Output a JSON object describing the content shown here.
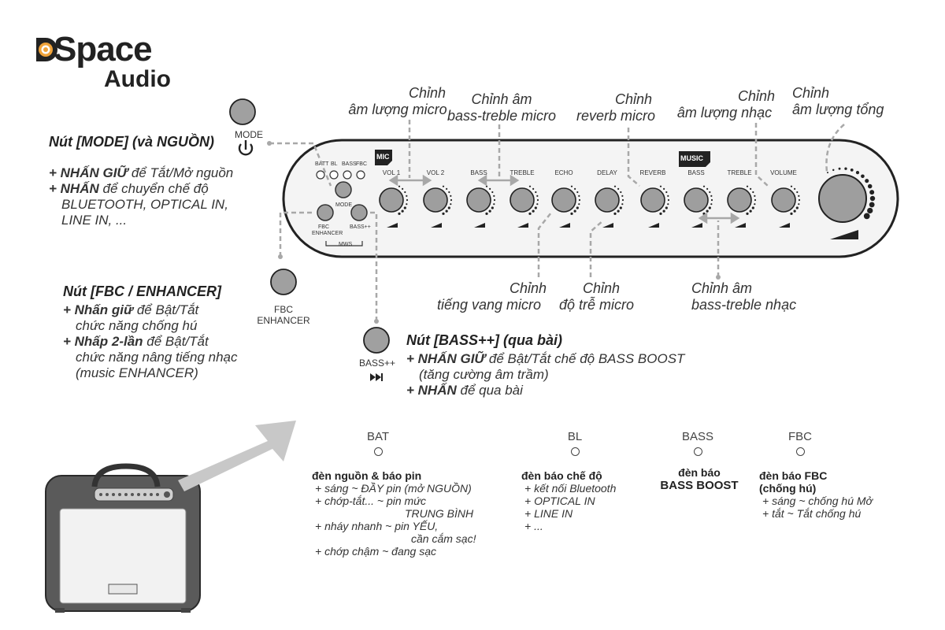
{
  "logo": {
    "name_part1": "Space",
    "name_part2": "Audio",
    "accent_color": "#f0a33a"
  },
  "top_labels": {
    "mic_volume": [
      "Chỉnh",
      "âm lượng micro"
    ],
    "mic_bass_treble": [
      "Chỉnh âm",
      "bass-treble micro"
    ],
    "mic_reverb": [
      "Chỉnh",
      "reverb micro"
    ],
    "music_volume": [
      "Chỉnh",
      "âm lượng nhạc"
    ],
    "master_volume": [
      "Chỉnh",
      "âm lượng tổng"
    ]
  },
  "bottom_labels": {
    "mic_echo": [
      "Chỉnh",
      "tiếng vang micro"
    ],
    "mic_delay": [
      "Chỉnh",
      "độ trễ micro"
    ],
    "music_bass_treble": [
      "Chỉnh âm",
      "bass-treble nhạc"
    ]
  },
  "mode_button": {
    "caption": "MODE",
    "title": "Nút [MODE] (và NGUỒN)",
    "lines": [
      {
        "bold": "+ NHẤN GIỮ",
        "rest": " để Tắt/Mở nguồn"
      },
      {
        "bold": "+ NHẤN",
        "rest": " để chuyển chế độ"
      },
      {
        "bold": "",
        "rest": "BLUETOOTH, OPTICAL IN,"
      },
      {
        "bold": "",
        "rest": "LINE IN, ..."
      }
    ]
  },
  "fbc_button": {
    "caption_1": "FBC",
    "caption_2": "ENHANCER",
    "title": "Nút [FBC / ENHANCER]",
    "lines": [
      {
        "bold": "+ Nhấn giữ",
        "rest": " để Bật/Tắt"
      },
      {
        "bold": "",
        "rest": "chức năng chống hú"
      },
      {
        "bold": "+ Nhấp 2-lần",
        "rest": " để Bật/Tắt"
      },
      {
        "bold": "",
        "rest": "chức năng nâng tiếng nhạc"
      },
      {
        "bold": "",
        "rest": "(music ENHANCER)"
      }
    ]
  },
  "bass_button": {
    "caption": "BASS++",
    "title": "Nút [BASS++] (qua bài)",
    "lines": [
      {
        "bold": "+ NHẤN GIỮ",
        "rest": " để Bật/Tắt chế độ BASS BOOST"
      },
      {
        "bold": "",
        "rest": "(tăng cường âm trầm)"
      },
      {
        "bold": "+ NHẤN",
        "rest": " để qua bài"
      }
    ]
  },
  "panel": {
    "mic_tag": "MIC",
    "music_tag": "MUSIC",
    "knob_labels": [
      "VOL 1",
      "VOL 2",
      "BASS",
      "TREBLE",
      "ECHO",
      "DELAY",
      "REVERB",
      "BASS",
      "TREBLE",
      "VOLUME"
    ],
    "led_labels": [
      "BATT",
      "BL",
      "BASS",
      "FBC"
    ],
    "mode_label": "MODE",
    "fbc_label_1": "FBC",
    "fbc_label_2": "ENHANCER",
    "bass_label": "BASS++",
    "mws_label": "MWS"
  },
  "leds": [
    {
      "name": "BAT",
      "heading": [
        "đèn nguồn & báo pin"
      ],
      "items": [
        "+ sáng ~ ĐẦY pin (mở NGUỒN)",
        "+ chớp-tắt... ~ pin mức",
        "TRUNG BÌNH",
        "+ nháy nhanh ~ pin YẾU,",
        "cần cắm sạc!",
        "+ chớp chậm ~ đang sạc"
      ]
    },
    {
      "name": "BL",
      "heading": [
        "đèn báo chế độ"
      ],
      "items": [
        "+ kết nối Bluetooth",
        "+ OPTICAL IN",
        "+ LINE IN",
        "+ ..."
      ]
    },
    {
      "name": "BASS",
      "heading": [
        "đèn báo",
        "BASS BOOST"
      ],
      "items": []
    },
    {
      "name": "FBC",
      "heading": [
        "đèn báo FBC",
        "(chống hú)"
      ],
      "items": [
        "+ sáng ~ chống hú Mở",
        "+ tắt ~ Tắt chống hú"
      ]
    }
  ],
  "colors": {
    "dashed_line": "#a8a8a8",
    "knob": "#9e9e9e",
    "button": "#a0a0a0",
    "outline": "#222222"
  }
}
